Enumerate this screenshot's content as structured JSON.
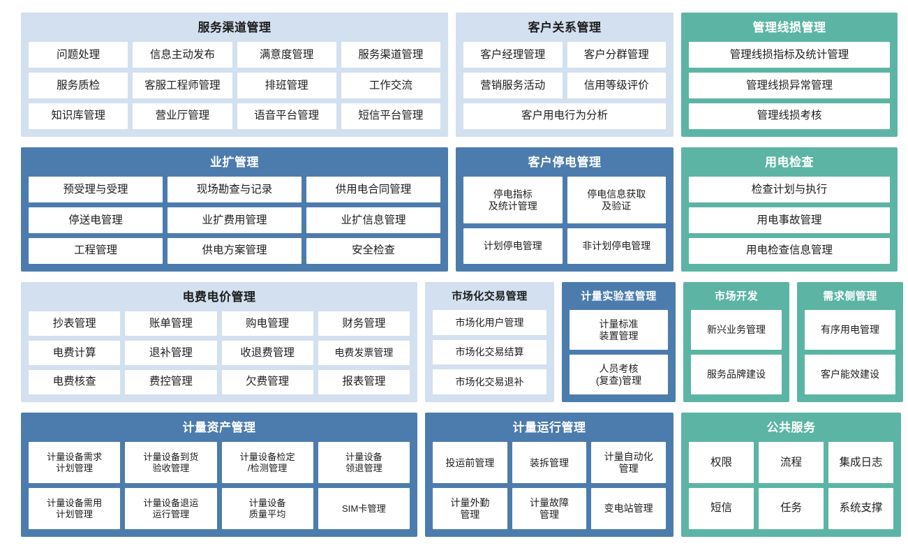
{
  "colors": {
    "light_panel": "#d2e0ef",
    "blue_panel": "#4c7cad",
    "teal_panel": "#5cb5a4",
    "cell_background": "#ffffff",
    "page_background": "#ffffff",
    "dark_text": "#1d1d1d",
    "light_text": "#ffffff"
  },
  "rows": [
    {
      "name": "row-1",
      "panels": [
        {
          "key": "service_channel",
          "title": "服务渠道管理",
          "style": "light",
          "items": [
            "问题处理",
            "信息主动发布",
            "满意度管理",
            "服务渠道管理",
            "服务质检",
            "客服工程师管理",
            "排班管理",
            "工作交流",
            "知识库管理",
            "营业厅管理",
            "语音平台管理",
            "短信平台管理"
          ]
        },
        {
          "key": "customer_relationship",
          "title": "客户关系管理",
          "style": "light",
          "items": [
            "客户经理管理",
            "客户分群管理",
            "营销服务活动",
            "信用等级评价",
            "客户用电行为分析"
          ]
        },
        {
          "key": "management_line_loss",
          "title": "管理线损管理",
          "style": "teal",
          "items": [
            "管理线损指标及统计管理",
            "管理线损异常管理",
            "管理线损考核"
          ]
        }
      ]
    },
    {
      "name": "row-2",
      "panels": [
        {
          "key": "business_expansion",
          "title": "业扩管理",
          "style": "blue",
          "items": [
            "预受理与受理",
            "现场勘查与记录",
            "供用电合同管理",
            "停送电管理",
            "业扩费用管理",
            "业扩信息管理",
            "工程管理",
            "供电方案管理",
            "安全检查"
          ]
        },
        {
          "key": "customer_outage",
          "title": "客户停电管理",
          "style": "blue",
          "items": [
            "停电指标\n及统计管理",
            "停电信息获取\n及验证",
            "计划停电管理",
            "非计划停电管理"
          ]
        },
        {
          "key": "power_inspection",
          "title": "用电检查",
          "style": "teal",
          "items": [
            "检查计划与执行",
            "用电事故管理",
            "用电检查信息管理"
          ]
        }
      ]
    },
    {
      "name": "row-3",
      "panels": [
        {
          "key": "electricity_price",
          "title": "电费电价管理",
          "style": "light",
          "items": [
            "抄表管理",
            "账单管理",
            "购电管理",
            "财务管理",
            "电费计算",
            "退补管理",
            "收退费管理",
            "电费发票管理",
            "电费核查",
            "费控管理",
            "欠费管理",
            "报表管理"
          ]
        },
        {
          "key": "market_trading",
          "title": "市场化交易管理",
          "style": "light",
          "items": [
            "市场化用户管理",
            "市场化交易结算",
            "市场化交易退补"
          ]
        },
        {
          "key": "metering_lab",
          "title": "计量实验室管理",
          "style": "blue",
          "items": [
            "计量标准\n装置管理",
            "人员考核\n(复查)管理"
          ]
        },
        {
          "key": "market_development",
          "title": "市场开发",
          "style": "teal",
          "items": [
            "新兴业务管理",
            "服务品牌建设"
          ]
        },
        {
          "key": "demand_side",
          "title": "需求侧管理",
          "style": "teal",
          "items": [
            "有序用电管理",
            "客户能效建设"
          ]
        }
      ]
    },
    {
      "name": "row-4",
      "panels": [
        {
          "key": "metering_asset",
          "title": "计量资产管理",
          "style": "blue",
          "items": [
            "计量设备需求\n计划管理",
            "计量设备到货\n验收管理",
            "计量设备检定\n/检测管理",
            "计量设备\n领退管理",
            "计量设备需用\n计划管理",
            "计量设备退运\n运行管理",
            "计量设备\n质量平均",
            "SIM卡管理"
          ]
        },
        {
          "key": "metering_operation",
          "title": "计量运行管理",
          "style": "blue",
          "items": [
            "投运前管理",
            "装拆管理",
            "计量自动化\n管理",
            "计量外勤\n管理",
            "计量故障\n管理",
            "变电站管理"
          ]
        },
        {
          "key": "public_service",
          "title": "公共服务",
          "style": "teal",
          "items": [
            "权限",
            "流程",
            "集成日志",
            "短信",
            "任务",
            "系统支撑"
          ]
        }
      ]
    }
  ]
}
